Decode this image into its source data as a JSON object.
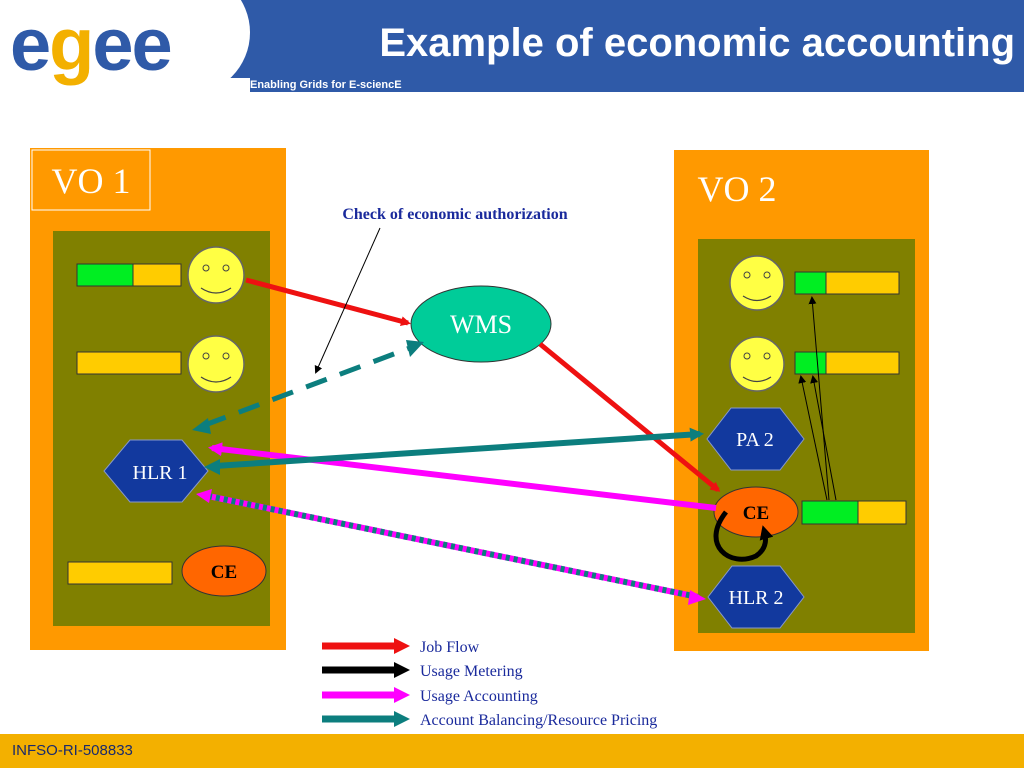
{
  "header": {
    "title": "Example of economic accounting",
    "subtitle": "Enabling Grids for E-sciencE",
    "logo": "egee",
    "colors": {
      "bar": "#2f5aa8",
      "logo_blue": "#2f5aa8",
      "logo_yellow": "#f3b000"
    }
  },
  "vo1": {
    "label": "VO 1",
    "hlr": "HLR 1",
    "ce": "CE"
  },
  "vo2": {
    "label": "VO 2",
    "pa": "PA 2",
    "ce": "CE",
    "hlr": "HLR 2"
  },
  "wms": {
    "label": "WMS"
  },
  "annotation": "Check of economic authorization",
  "legend": [
    {
      "label": "Job Flow",
      "color": "#ee1111"
    },
    {
      "label": "Usage Metering",
      "color": "#000000"
    },
    {
      "label": "Usage Accounting",
      "color": "#ff00ff"
    },
    {
      "label": "Account Balancing/Resource Pricing",
      "color": "#0c7e7e"
    }
  ],
  "footer": {
    "text": "INFSO-RI-508833"
  },
  "icons": [
    "smiley-icon",
    "hexagon-node",
    "budget-bar"
  ]
}
